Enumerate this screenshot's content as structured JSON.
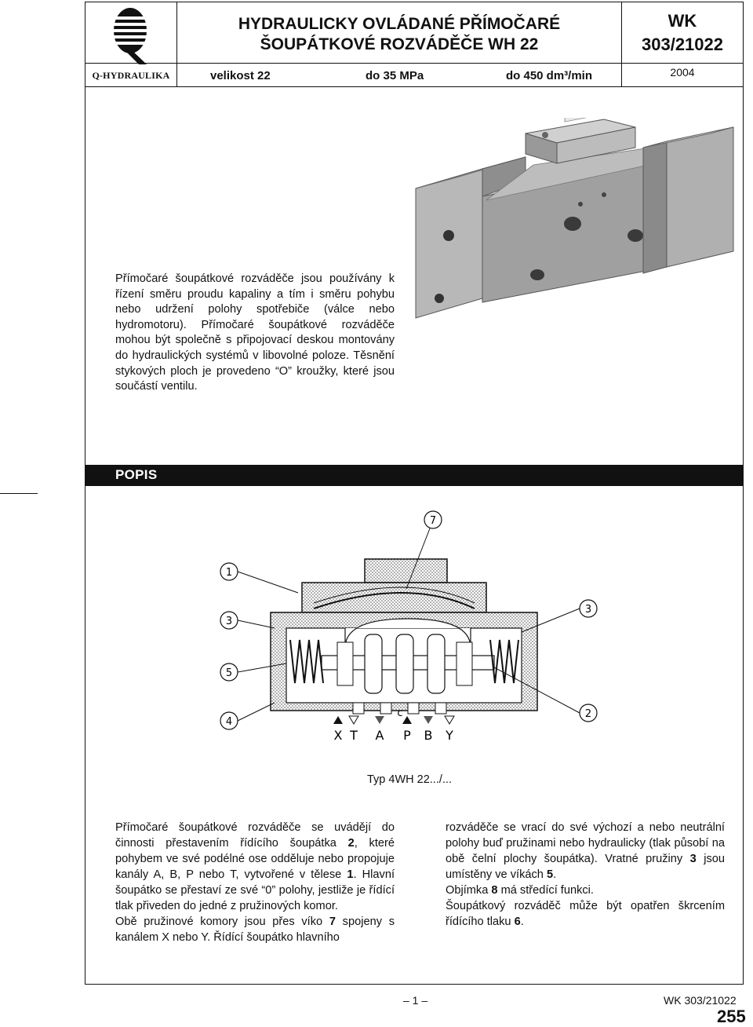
{
  "header": {
    "logo_name": "Q-HYDRAULIKA",
    "title_line1": "HYDRAULICKY OVLÁDANÉ PŘÍMOČARÉ",
    "title_line2": "ŠOUPÁTKOVÉ ROZVÁDĚČE WH 22",
    "size": "velikost 22",
    "pressure": "do 35 MPa",
    "flow": "do 450 dm³/min",
    "doc_type": "WK",
    "doc_number": "303/21022",
    "year": "2004"
  },
  "intro_text": "Přímočaré šoupátkové rozváděče jsou používány k řízení směru proudu kapaliny a tím i směru pohybu nebo udržení polohy spotřebiče (válce nebo hydromotoru). Přímočaré šoupátkové rozváděče mohou být společně s připojovací deskou montovány do hydraulických systémů v libovolné poloze. Těsnění stykových ploch je provedeno “O” kroužky, které jsou součástí ventilu.",
  "section": {
    "title": "POPIS"
  },
  "diagram": {
    "callouts": [
      "1",
      "2",
      "3",
      "3",
      "4",
      "5",
      "7"
    ],
    "ports": [
      "X",
      "T",
      "A",
      "P",
      "B",
      "Y"
    ],
    "port_c": "c",
    "type_label": "Typ 4WH 22.../..."
  },
  "body": {
    "left_p1_a": "Přímočaré šoupátkové rozváděče se uvádějí do činnosti přestavením řídícího šoupátka ",
    "left_p1_b1": "2",
    "left_p1_c": ", které pohybem ve své podélné ose odděluje nebo propojuje kanály A, B, P nebo T, vytvořené v tělese ",
    "left_p1_b2": "1",
    "left_p1_d": ". Hlavní šoupátko se přestaví ze své “0” polohy, jestliže je řídící tlak přiveden do jedné z pružinových komor.",
    "left_p2_a": "Obě pružinové komory jsou přes víko ",
    "left_p2_b": "7",
    "left_p2_c": " spojeny s kanálem X nebo Y. Řídící šoupátko hlavního",
    "right_p1_a": "rozváděče se vrací do své výchozí a nebo neutrální polohy buď pružinami nebo hydraulicky (tlak působí na obě čelní plochy šoupátka). Vratné pružiny ",
    "right_p1_b1": "3",
    "right_p1_c": " jsou umístěny ve víkách ",
    "right_p1_b2": "5",
    "right_p1_d": ".",
    "right_p2_a": "Objímka ",
    "right_p2_b": "8",
    "right_p2_c": " má středící funkci.",
    "right_p3_a": "Šoupátkový rozváděč může být opatřen škrcením řídícího tlaku ",
    "right_p3_b": "6",
    "right_p3_c": "."
  },
  "footer": {
    "page": "– 1 –",
    "code": "WK 303/21022",
    "big_number": "255"
  }
}
